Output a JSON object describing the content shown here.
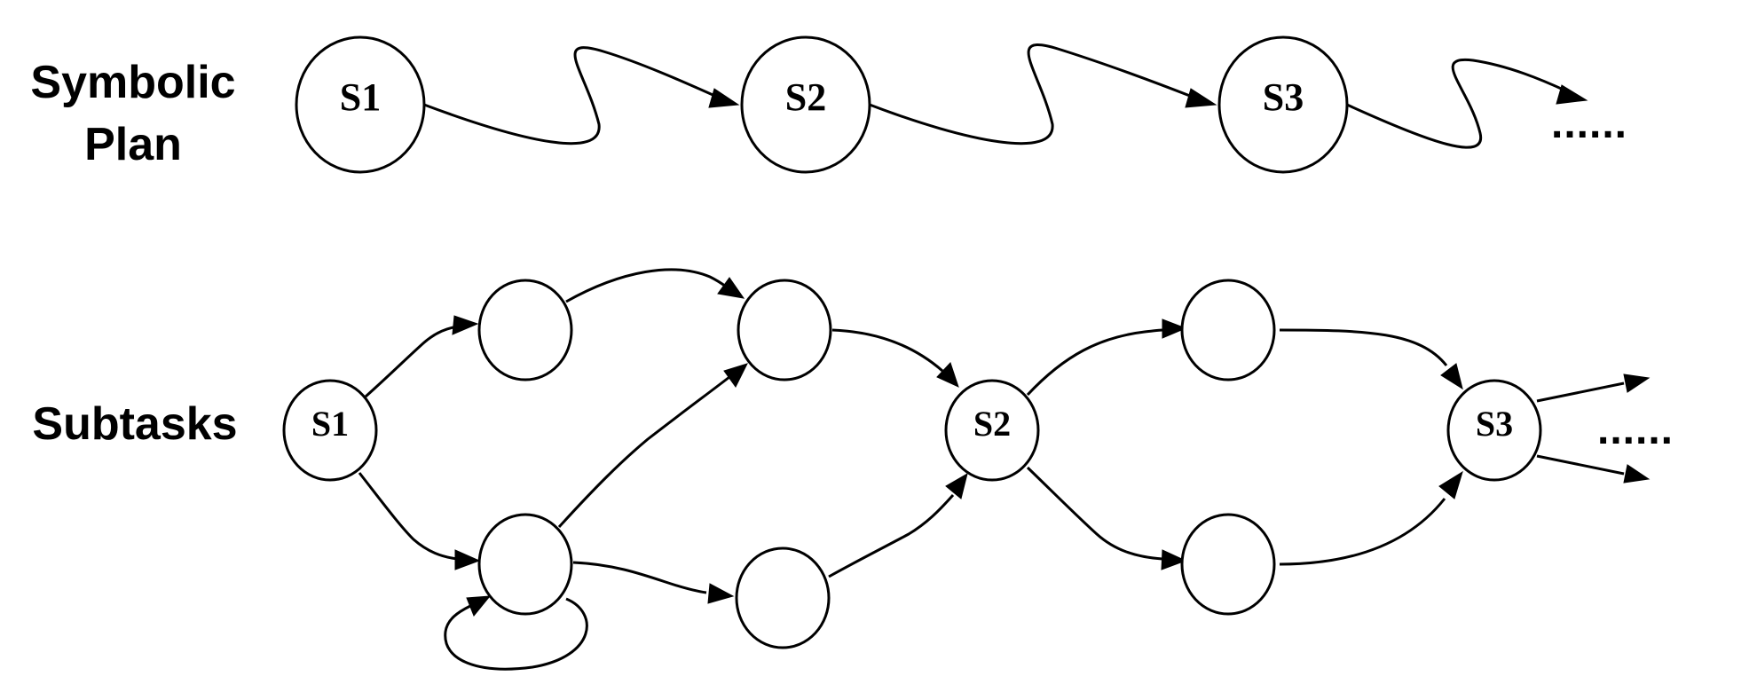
{
  "labels": {
    "symbolic_plan_line1": "Symbolic",
    "symbolic_plan_line2": "Plan",
    "subtasks": "Subtasks"
  },
  "symbolic_plan": {
    "nodes": [
      "S1",
      "S2",
      "S3"
    ],
    "continuation": "......"
  },
  "subtasks": {
    "nodes": [
      "S1",
      "S2",
      "S3"
    ],
    "continuation": "......"
  },
  "colors": {
    "stroke": "#000000",
    "background": "#ffffff"
  }
}
